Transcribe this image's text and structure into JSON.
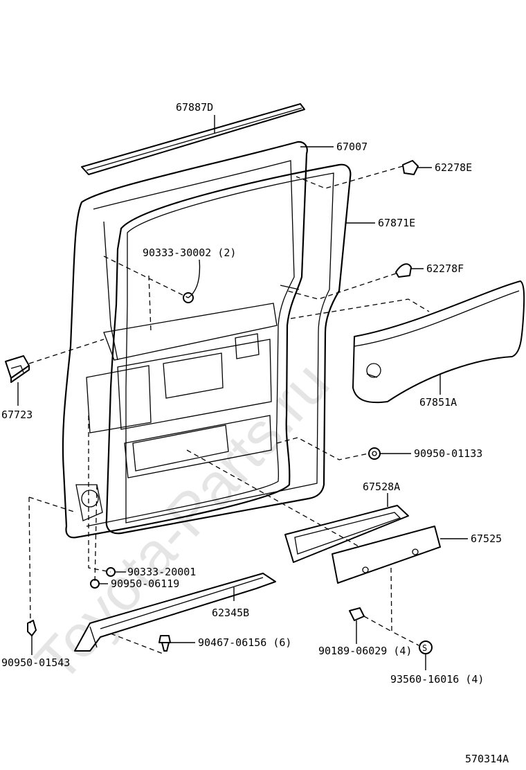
{
  "watermark": "Toyota-Parts.ru",
  "diagram_id": "570314A",
  "labels": {
    "l67887D": "67887D",
    "l67007": "67007",
    "l62278E": "62278E",
    "l67871E": "67871E",
    "l90333_30002": "90333-30002 (2)",
    "l62278F": "62278F",
    "l67723": "67723",
    "l67851A": "67851A",
    "l90950_01133": "90950-01133",
    "l67528A": "67528A",
    "l67525": "67525",
    "l90333_20001": "90333-20001",
    "l90950_06119": "90950-06119",
    "l62345B": "62345B",
    "l90467_06156": "90467-06156 (6)",
    "l90189_06029": "90189-06029 (4)",
    "l93560_16016": "93560-16016 (4)",
    "l90950_01543": "90950-01543",
    "s_symbol": "S"
  }
}
